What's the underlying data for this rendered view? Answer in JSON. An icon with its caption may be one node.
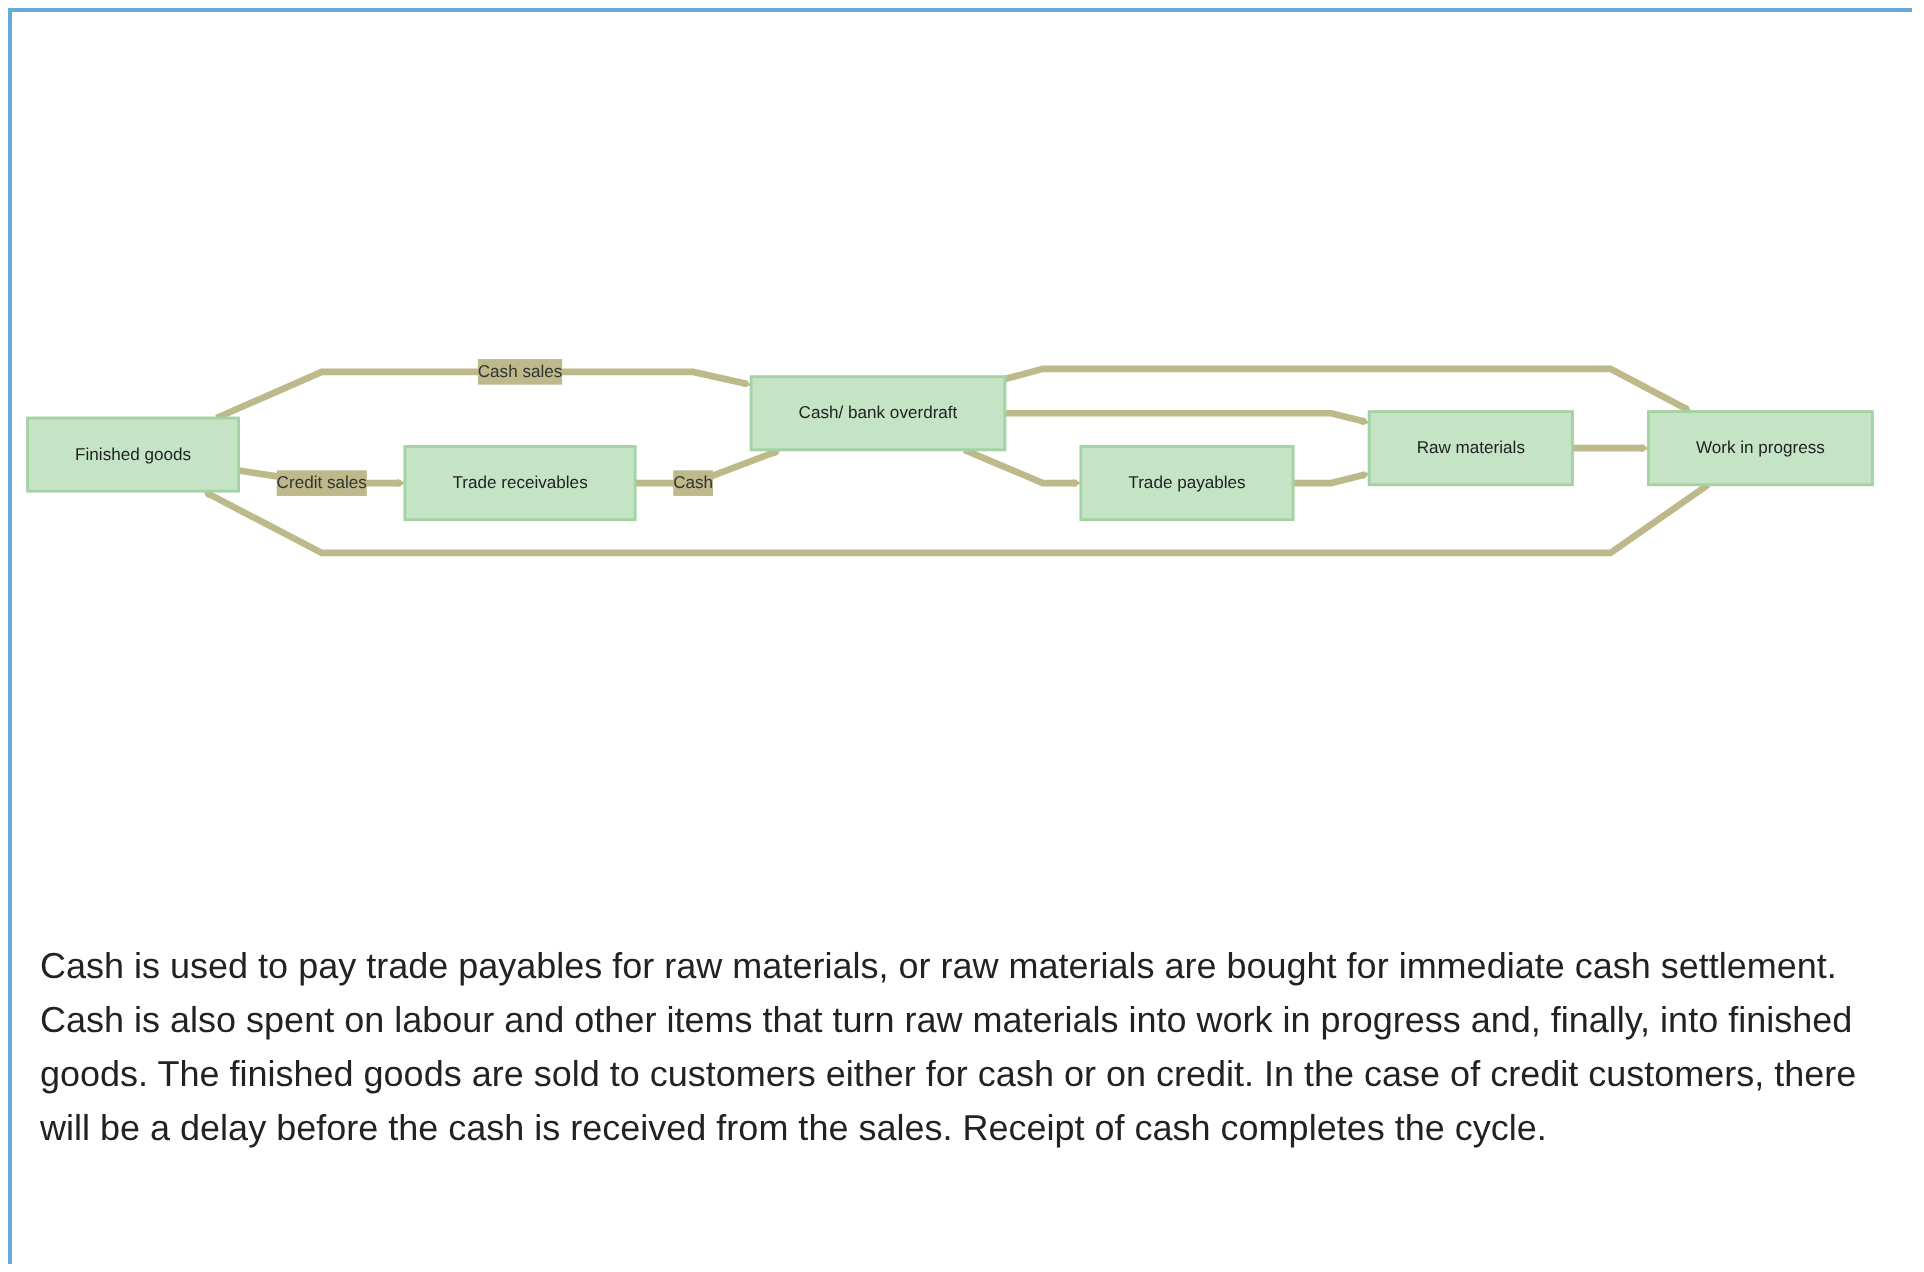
{
  "diagram": {
    "caption": "Cash is used to pay trade payables for raw materials, or raw materials are bought for immediate cash settlement. Cash is also spent on labour and other items that turn raw materials into work in progress and, finally, into finished goods. The finished goods are sold to customers either for cash or on credit. In the case of credit customers, there will be a delay before the cash is received from the sales. Receipt of cash completes the cycle.",
    "nodes": [
      {
        "text": [
          "Finished goods"
        ]
      },
      {
        "text": [
          "Trade receivables"
        ]
      },
      {
        "text": [
          "Cash/ bank overdraft"
        ]
      },
      {
        "text": [
          "Work in progress"
        ]
      },
      {
        "text": [
          "Raw materials"
        ]
      },
      {
        "text": [
          "Trade payables"
        ]
      }
    ],
    "edges": [
      {
        "from": 0,
        "to": 2,
        "arrow": "to",
        "label": "Cash sales"
      },
      {
        "from": 0,
        "to": 1,
        "arrow": "to",
        "label": "Credit sales"
      },
      {
        "from": 1,
        "to": 2,
        "arrow": "to",
        "label": "Cash"
      },
      {
        "from": 2,
        "to": 3,
        "arrow": "to"
      },
      {
        "from": 2,
        "to": 4,
        "arrow": "to"
      },
      {
        "from": 2,
        "to": 5,
        "arrow": "to"
      },
      {
        "from": 5,
        "to": 4,
        "arrow": "to"
      },
      {
        "from": 4,
        "to": 3,
        "arrow": "to"
      },
      {
        "from": 3,
        "to": 0,
        "arrow": "to"
      }
    ]
  }
}
